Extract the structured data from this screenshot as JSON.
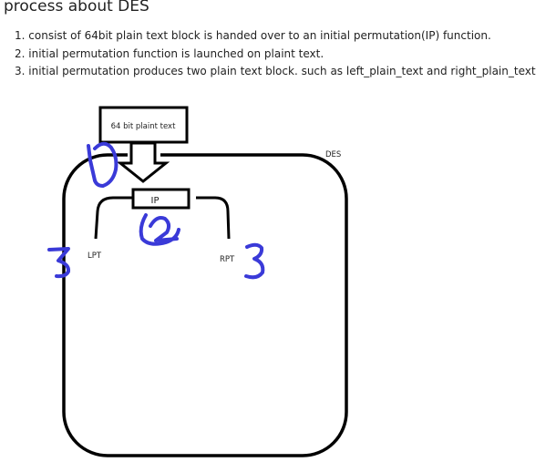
{
  "heading": "process about DES",
  "steps": [
    {
      "number": "1.",
      "text": "consist of 64bit plain text block is handed over to an initial permutation(IP) function."
    },
    {
      "number": "2.",
      "text": "initial permutation function is launched on plaint text."
    },
    {
      "number": "3.",
      "text": "initial permutation produces two plain text block. such as left_plain_text and right_plain_text"
    }
  ],
  "diagram": {
    "input_label": "64 bit plaint text",
    "container_label": "DES",
    "ip_label": "IP",
    "left_label": "LPT",
    "right_label": "RPT",
    "annotation_1": "1",
    "annotation_2": "2",
    "annotation_3_left": "3",
    "annotation_3_right": "3"
  },
  "colors": {
    "ink": "#000000",
    "annotation": "#3a3ad8"
  }
}
